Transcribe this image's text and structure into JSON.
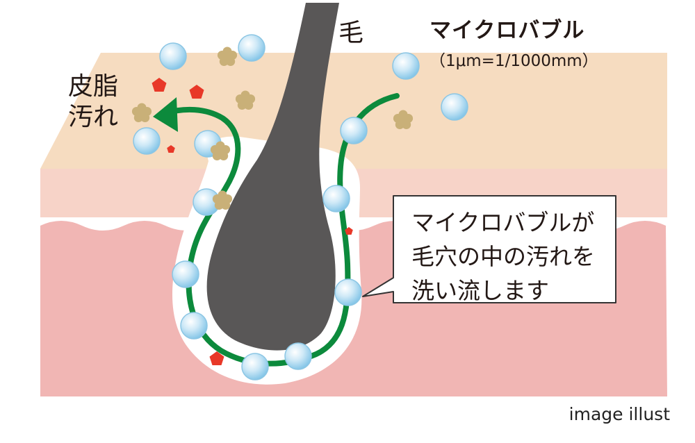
{
  "labels": {
    "hair": "毛",
    "sebum_line1": "皮脂",
    "sebum_line2": "汚れ",
    "microbubble_title": "マイクロバブル",
    "microbubble_unit": "（1μm=1/1000mm）",
    "callout_line1": "マイクロバブルが",
    "callout_line2": "毛穴の中の汚れを",
    "callout_line3": "洗い流します",
    "credit": "image illust"
  },
  "colors": {
    "epidermis": "#f6dcc0",
    "dermis_upper": "#f7cfc4",
    "dermis_lower": "#f1b6b4",
    "hair": "#595757",
    "flow_line": "#0c8a3c",
    "bubble": "#9fd4ef",
    "dirt": "#c9b078",
    "sebum_particle": "#e83828"
  },
  "icons": {
    "bubble": "circle",
    "dirt": "flower-blob",
    "sebum": "pentagon",
    "arrow": "curved-arrow-up-left"
  }
}
